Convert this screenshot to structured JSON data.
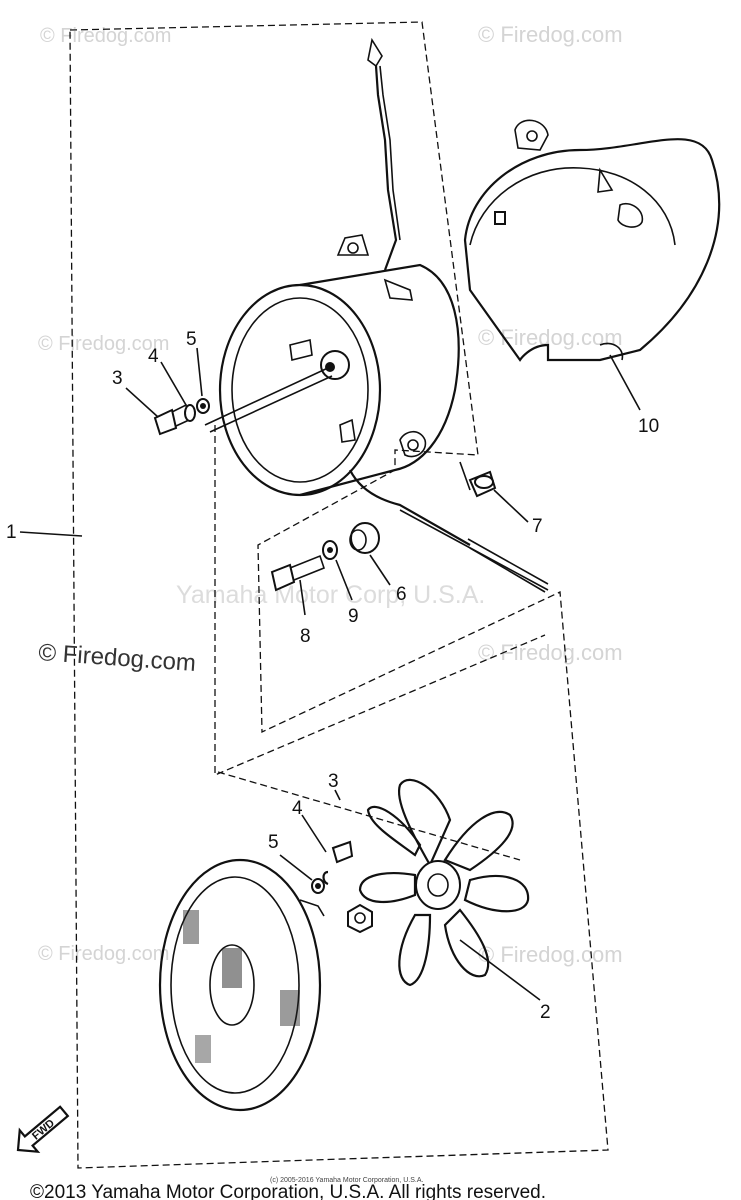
{
  "watermarks": {
    "firedog": "© Firedog.com",
    "firedog_bold": "© Firedog.com",
    "yamaha_center": "Yamaha Motor Corp, U.S.A."
  },
  "callouts": {
    "c1": "1",
    "c2": "2",
    "c3_top": "3",
    "c3_bottom": "3",
    "c4_top": "4",
    "c4_bottom": "4",
    "c5_top": "5",
    "c5_bottom": "5",
    "c6": "6",
    "c7": "7",
    "c8": "8",
    "c9": "9",
    "c10": "10"
  },
  "direction_badge": "FWD",
  "small_print": "(c) 2005-2016 Yamaha Motor Corporation, U.S.A.",
  "footer_copyright": "©2013 Yamaha Motor Corporation, U.S.A. All rights reserved."
}
